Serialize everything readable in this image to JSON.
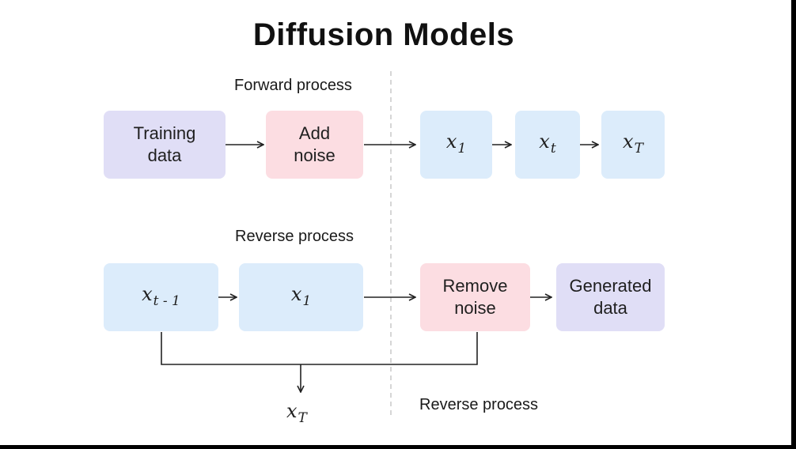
{
  "title": "Diffusion Models",
  "forward": {
    "label": "Forward process",
    "training_data": [
      "Training",
      "data"
    ],
    "add_noise": [
      "Add",
      "noise"
    ],
    "states": [
      {
        "base": "x",
        "sub": "1"
      },
      {
        "base": "x",
        "sub": "t"
      },
      {
        "base": "x",
        "sub": "T"
      }
    ]
  },
  "reverse": {
    "label": "Reverse process",
    "bottom_label": "Reverse process",
    "state_prev": {
      "base": "x",
      "sub": "t - 1"
    },
    "state_one": {
      "base": "x",
      "sub": "1"
    },
    "remove_noise": [
      "Remove",
      "noise"
    ],
    "generated_data": [
      "Generated",
      "data"
    ],
    "output": {
      "base": "x",
      "sub": "T"
    }
  },
  "colors": {
    "data_box": "#e0def6",
    "noise_box": "#fcdde2",
    "state_box": "#dcecfb",
    "line": "#222222",
    "divider": "#c8c8c8"
  }
}
